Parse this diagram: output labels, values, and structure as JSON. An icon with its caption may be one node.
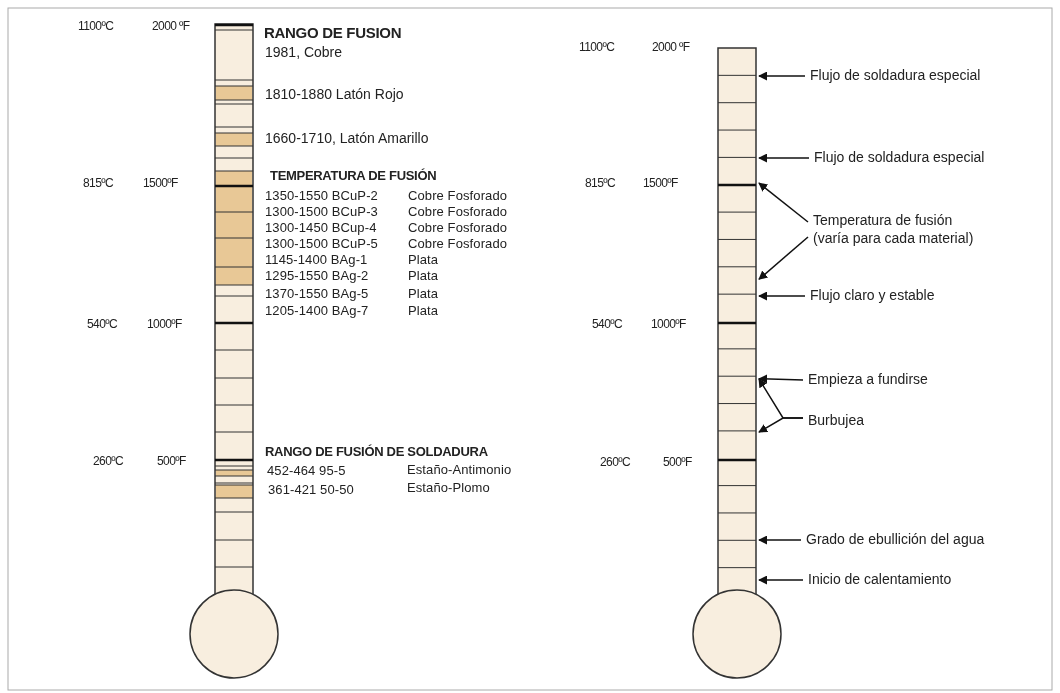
{
  "diagram": {
    "nodes": [
      {
        "text": [
          "Flujo de soldadura especial"
        ]
      },
      {
        "text": [
          "Flujo de soldadura especial"
        ]
      },
      {
        "text": [
          "Temperatura de fusión (varía para cada material)"
        ]
      },
      {
        "text": [
          "Flujo claro y estable"
        ]
      },
      {
        "text": [
          "Empieza a fundirse"
        ]
      },
      {
        "text": [
          "Burbujea"
        ]
      },
      {
        "text": [
          "Grado de ebullición del agua"
        ]
      },
      {
        "text": [
          "Inicio de calentamiento"
        ]
      },
      {
        "text": [],
        "shape": "picture"
      }
    ],
    "edges": [
      {
        "from": 0,
        "to": 8,
        "arrow": "to"
      },
      {
        "from": 1,
        "to": 8,
        "arrow": "to"
      },
      {
        "from": 2,
        "to": 8,
        "arrow": "to"
      },
      {
        "from": 2,
        "to": 8,
        "arrow": "to"
      },
      {
        "from": 3,
        "to": 8,
        "arrow": "to"
      },
      {
        "from": 4,
        "to": 8,
        "arrow": "to"
      },
      {
        "from": 5,
        "to": 8,
        "arrow": "to"
      },
      {
        "from": 5,
        "to": 8,
        "arrow": "to"
      },
      {
        "from": 6,
        "to": 8,
        "arrow": "to"
      },
      {
        "from": 7,
        "to": 8,
        "arrow": "to"
      }
    ],
    "labels": [
      "RANGO DE FUSION",
      "1100ºC",
      "2000 ºF",
      "1981, Cobre",
      "1810-1880 Latón Rojo",
      "1660-1710, Latón Amarillo",
      "TEMPERATURA DE FUSIÓN",
      "815ºC",
      "1500ºF",
      "1350-1550 BCuP-2",
      "Cobre Fosforado",
      "1300-1500 BCuP-3",
      "Cobre Fosforado",
      "1300-1450 BCup-4",
      "Cobre Fosforado",
      "1300-1500 BCuP-5",
      "Cobre Fosforado",
      "1145-1400 BAg-1",
      "Plata",
      "1295-1550 BAg-2",
      "Plata",
      "1370-1550 BAg-5",
      "Plata",
      "1205-1400 BAg-7",
      "Plata",
      "540ºC",
      "1000ºF",
      "RANGO DE FUSIÓN DE SOLDADURA",
      "260ºC",
      "500ºF",
      "452-464  95-5",
      "Estaño-Antimonio",
      "361-421  50-50",
      "Estaño-Plomo",
      "1100ºC",
      "2000 ºF",
      "815ºC",
      "1500ºF",
      "540ºC",
      "1000ºF",
      "260ºC",
      "500ºF"
    ]
  }
}
